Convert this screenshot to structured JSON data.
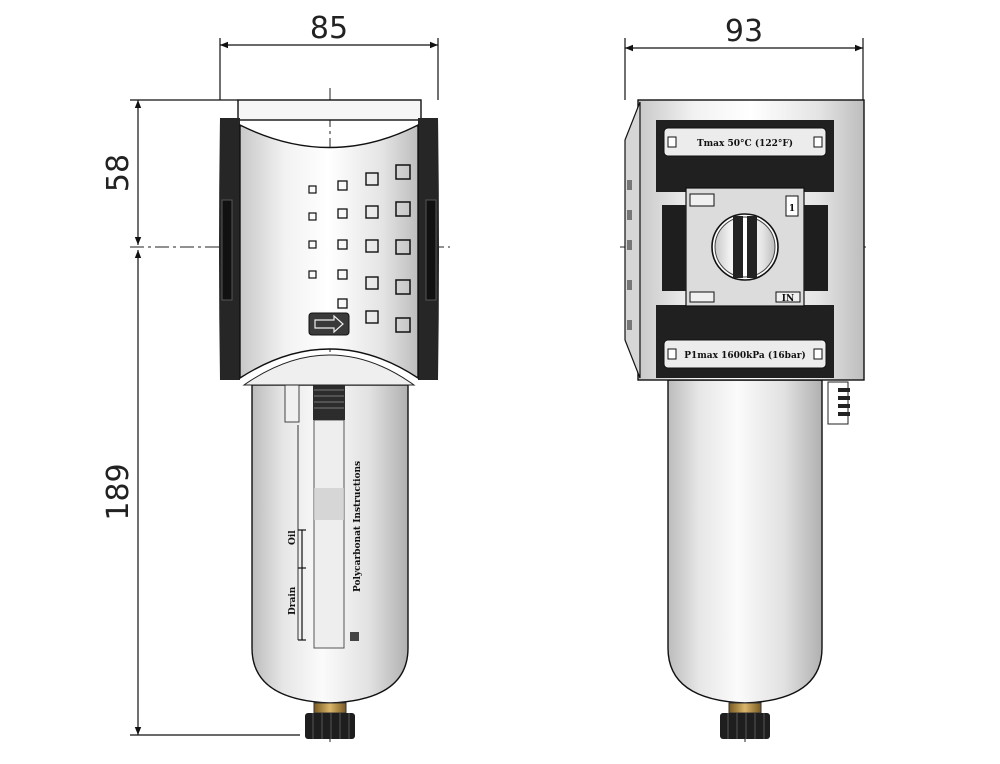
{
  "dimensions": {
    "front_width": "85",
    "side_width": "93",
    "head_height": "58",
    "bowl_height": "189"
  },
  "front_view": {
    "bowl_label": "Polycarbonat Instructions",
    "scale_top_label": "Oil",
    "scale_bottom_label": "Drain"
  },
  "side_view": {
    "temperature_label": "Tmax 50°C (122°F)",
    "pressure_label": "P1max 1600kPa (16bar)",
    "port_number": "1",
    "port_label": "IN"
  }
}
